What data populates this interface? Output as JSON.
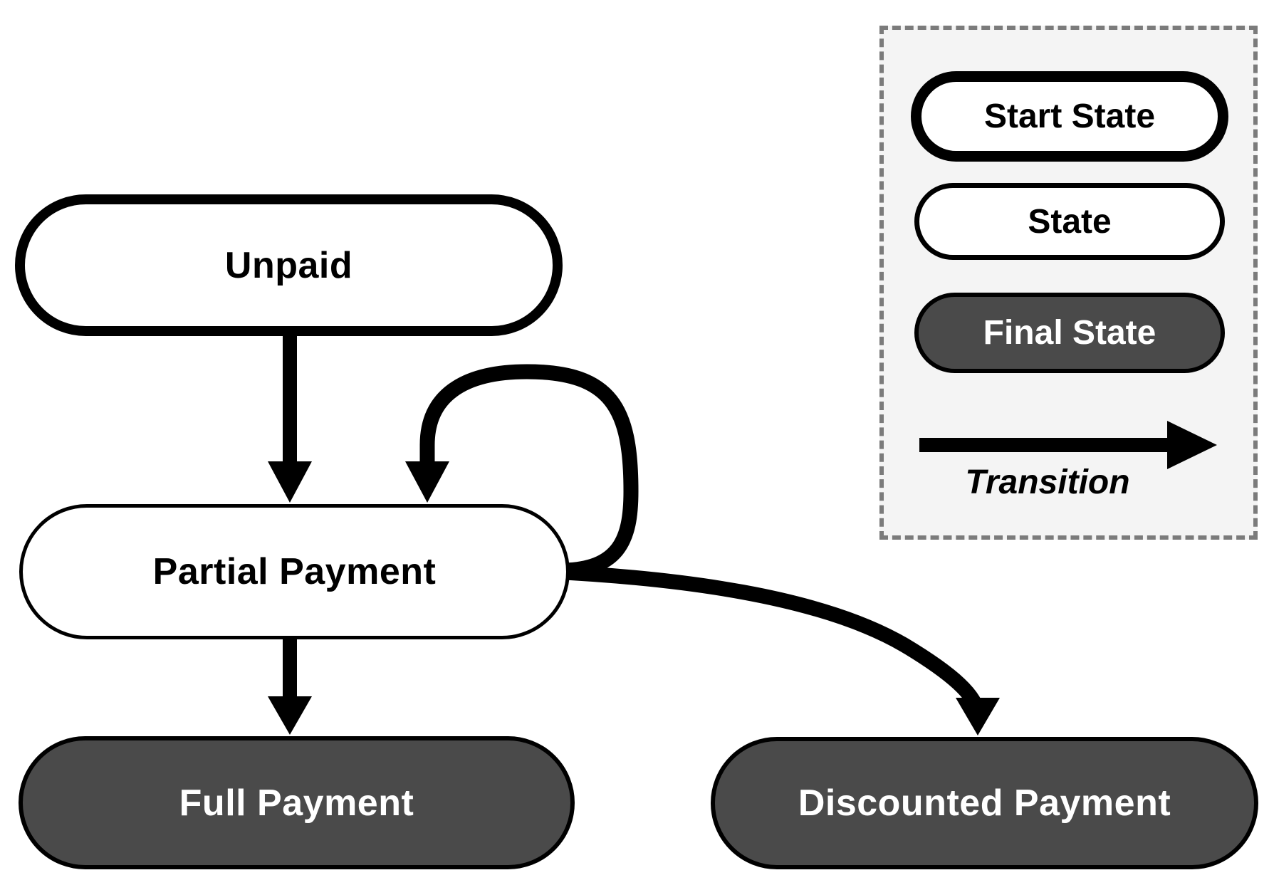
{
  "diagram": {
    "type": "state-machine",
    "nodes": {
      "unpaid": {
        "label": "Unpaid",
        "role": "start"
      },
      "partial_payment": {
        "label": "Partial Payment",
        "role": "state"
      },
      "full_payment": {
        "label": "Full Payment",
        "role": "final"
      },
      "discounted_payment": {
        "label": "Discounted Payment",
        "role": "final"
      }
    },
    "transitions": [
      {
        "from": "Unpaid",
        "to": "Partial Payment"
      },
      {
        "from": "Partial Payment",
        "to": "Partial Payment"
      },
      {
        "from": "Partial Payment",
        "to": "Full Payment"
      },
      {
        "from": "Partial Payment",
        "to": "Discounted Payment"
      }
    ]
  },
  "legend": {
    "start_state_label": "Start State",
    "state_label": "State",
    "final_state_label": "Final State",
    "transition_label": "Transition"
  },
  "colors": {
    "background": "#ffffff",
    "node_stroke": "#000000",
    "final_state_fill": "#4a4a4a",
    "text_on_dark": "#ffffff",
    "legend_background": "#f4f4f4",
    "legend_border": "#7b7b7b"
  }
}
